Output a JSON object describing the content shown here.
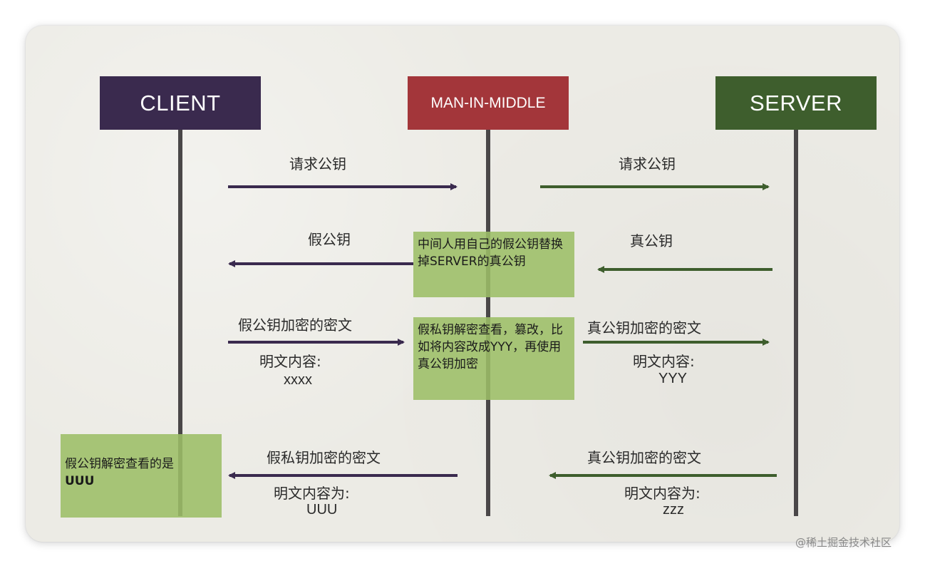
{
  "actors": {
    "client": "CLIENT",
    "mitm": "MAN-IN-MIDDLE",
    "server": "SERVER"
  },
  "colors": {
    "client": "#3a2a4e",
    "mitm": "#a3363a",
    "server": "#3e5e2d",
    "note": "#9cbe67",
    "lifeline": "#4a4748",
    "arrow_client_side": "#3a2a4e",
    "arrow_server_side": "#3e5e2d"
  },
  "messages": {
    "m1_left": "请求公钥",
    "m1_right": "请求公钥",
    "m2_left": "假公钥",
    "m2_right": "真公钥",
    "m3_left": "假公钥加密的密文",
    "m3_left_plain_label": "明文内容:",
    "m3_left_plain_value": "xxxx",
    "m3_right": "真公钥加密的密文",
    "m3_right_plain_label": "明文内容:",
    "m3_right_plain_value": "YYY",
    "m4_left": "假私钥加密的密文",
    "m4_left_plain_label": "明文内容为:",
    "m4_left_plain_value": "UUU",
    "m4_right": "真公钥加密的密文",
    "m4_right_plain_label": "明文内容为:",
    "m4_right_plain_value": "zzz"
  },
  "notes": {
    "mitm_swap": "中间人用自己的假公钥替换掉SERVER的真公钥",
    "mitm_tamper": "假私钥解密查看，篡改，比如将内容改成YYY，再使用真公钥加密",
    "client_decrypt_line1": "假公钥解密查看的是",
    "client_decrypt_line2": "UUU"
  },
  "watermark": "@稀土掘金技术社区"
}
